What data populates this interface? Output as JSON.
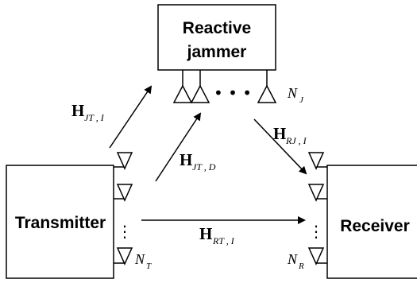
{
  "jammer": {
    "label_line1": "Reactive",
    "label_line2": "jammer",
    "antenna_label": "N",
    "antenna_sub": "J"
  },
  "transmitter": {
    "label": "Transmitter",
    "antenna_label": "N",
    "antenna_sub": "T"
  },
  "receiver": {
    "label": "Receiver",
    "antenna_label": "N",
    "antenna_sub": "R"
  },
  "channels": {
    "jt_i": {
      "main": "H",
      "sub": "JT , I"
    },
    "jt_d": {
      "main": "H",
      "sub": "JT , D"
    },
    "rj_i": {
      "main": "H",
      "sub": "RJ , I"
    },
    "rt_i": {
      "main": "H",
      "sub": "RT , I"
    }
  },
  "dots": {
    "horizontal": "• • •",
    "vertical": "⋮"
  }
}
